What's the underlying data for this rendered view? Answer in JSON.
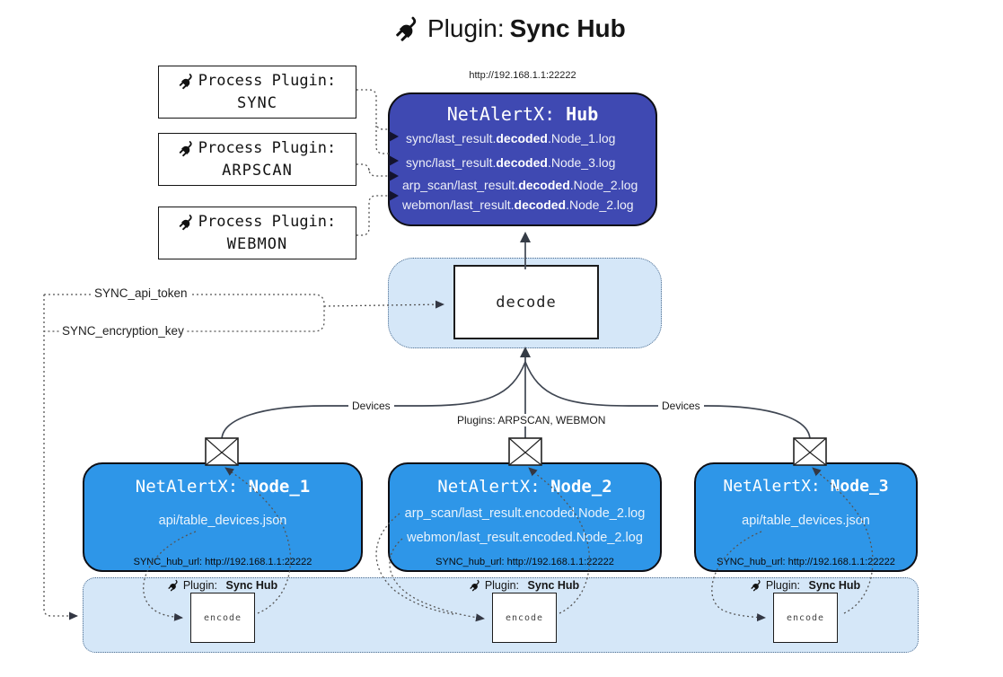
{
  "title": {
    "label": "Plugin:",
    "name": "Sync Hub"
  },
  "hub": {
    "url": "http://192.168.1.1:22222",
    "title_label": "NetAlertX:",
    "title_name": "Hub",
    "logs": [
      {
        "pre": "sync/last_result.",
        "bold": "decoded",
        "post": ".Node_1.log"
      },
      {
        "pre": "sync/last_result.",
        "bold": "decoded",
        "post": ".Node_3.log"
      },
      {
        "pre": "arp_scan/last_result.",
        "bold": "decoded",
        "post": ".Node_2.log"
      },
      {
        "pre": "webmon/last_result.",
        "bold": "decoded",
        "post": ".Node_2.log"
      }
    ]
  },
  "process_plugins": [
    {
      "label": "Process Plugin:",
      "name": "SYNC"
    },
    {
      "label": "Process Plugin:",
      "name": "ARPSCAN"
    },
    {
      "label": "Process Plugin:",
      "name": "WEBMON"
    }
  ],
  "decode_label": "decode",
  "settings": {
    "api_token": "SYNC_api_token",
    "encryption_key": "SYNC_encryption_key"
  },
  "edge_labels": {
    "left": "Devices",
    "middle": "Plugins: ARPSCAN, WEBMON",
    "right": "Devices"
  },
  "nodes": [
    {
      "title_label": "NetAlertX:",
      "title_name": "Node_1",
      "files": [
        "api/table_devices.json"
      ],
      "hub_url": "SYNC_hub_url: http://192.168.1.1:22222"
    },
    {
      "title_label": "NetAlertX:",
      "title_name": "Node_2",
      "files": [
        "arp_scan/last_result.encoded.Node_2.log",
        "webmon/last_result.encoded.Node_2.log"
      ],
      "hub_url": "SYNC_hub_url: http://192.168.1.1:22222"
    },
    {
      "title_label": "NetAlertX:",
      "title_name": "Node_3",
      "files": [
        "api/table_devices.json"
      ],
      "hub_url": "SYNC_hub_url: http://192.168.1.1:22222"
    }
  ],
  "encode_groups": [
    {
      "label": "Plugin:",
      "name": "Sync Hub",
      "box": "encode"
    },
    {
      "label": "Plugin:",
      "name": "Sync Hub",
      "box": "encode"
    },
    {
      "label": "Plugin:",
      "name": "Sync Hub",
      "box": "encode"
    }
  ],
  "colors": {
    "hub_bg": "#3F49B2",
    "node_bg": "#2E96E8",
    "panel_bg": "#D5E7F8"
  }
}
